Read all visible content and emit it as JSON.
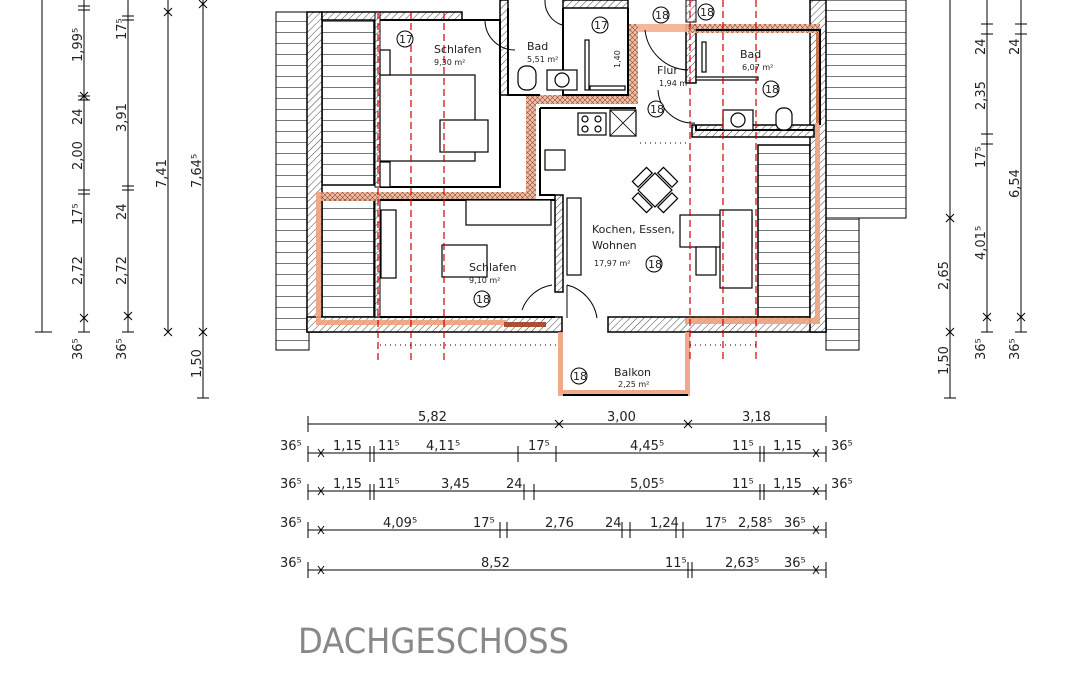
{
  "title": "DACHGESCHOSS",
  "colors": {
    "wall": "#000000",
    "hatch": "#555555",
    "highlight": "#f0a080",
    "axis": "#d00000",
    "title": "#888888",
    "roof_lines": "#777777"
  },
  "rooms": [
    {
      "name": "Schlafen",
      "area": "9,30 m²",
      "unit": "17"
    },
    {
      "name": "Bad",
      "area": "5,51 m²",
      "unit": "17"
    },
    {
      "name": "Flur",
      "area": "1,94 m²",
      "unit": "18"
    },
    {
      "name": "Bad",
      "area": "6,07 m²",
      "unit": "18"
    },
    {
      "name": "Kochen, Essen,",
      "name2": "Wohnen",
      "area": "17,97 m²",
      "unit": "18"
    },
    {
      "name": "Schlafen",
      "area": "9,10 m²",
      "unit": "18"
    },
    {
      "name": "Balkon",
      "area": "2,25 m²",
      "unit": "18"
    }
  ],
  "unit_markers": {
    "top_17": "17",
    "top_18_left": "18",
    "top_18_right": "18",
    "flur_18": "18"
  },
  "dimension_labels": {
    "bath_height": "1,40"
  },
  "left_dimensions": {
    "chain1": [
      "1,99⁵",
      "24",
      "2,00",
      "17⁵",
      "2,72",
      "36⁵"
    ],
    "chain2": [
      "17⁵",
      "3,91",
      "24",
      "2,72",
      "36⁵"
    ],
    "chain3": [
      "7,41"
    ],
    "chain4": [
      "7,64⁵",
      "1,50"
    ]
  },
  "right_dimensions": {
    "chain1": [
      "2,65",
      "1,50"
    ],
    "chain2": [
      "24",
      "2,35",
      "17⁵",
      "4,01⁵",
      "36⁵"
    ],
    "chain3": [
      "24",
      "6,54",
      "36⁵"
    ]
  },
  "bottom_dimensions": {
    "row1": [
      "5,82",
      "3,00",
      "3,18"
    ],
    "row2": [
      "36⁵",
      "1,15",
      "11⁵",
      "4,11⁵",
      "17⁵",
      "4,45⁵",
      "11⁵",
      "1,15",
      "36⁵"
    ],
    "row3": [
      "36⁵",
      "1,15",
      "11⁵",
      "3,45",
      "24",
      "5,05⁵",
      "11⁵",
      "1,15",
      "36⁵"
    ],
    "row4": [
      "36⁵",
      "4,09⁵",
      "17⁵",
      "2,76",
      "24",
      "1,24",
      "17⁵",
      "2,58⁵",
      "36⁵"
    ],
    "row5": [
      "36⁵",
      "8,52",
      "11⁵",
      "2,63⁵",
      "36⁵"
    ]
  }
}
